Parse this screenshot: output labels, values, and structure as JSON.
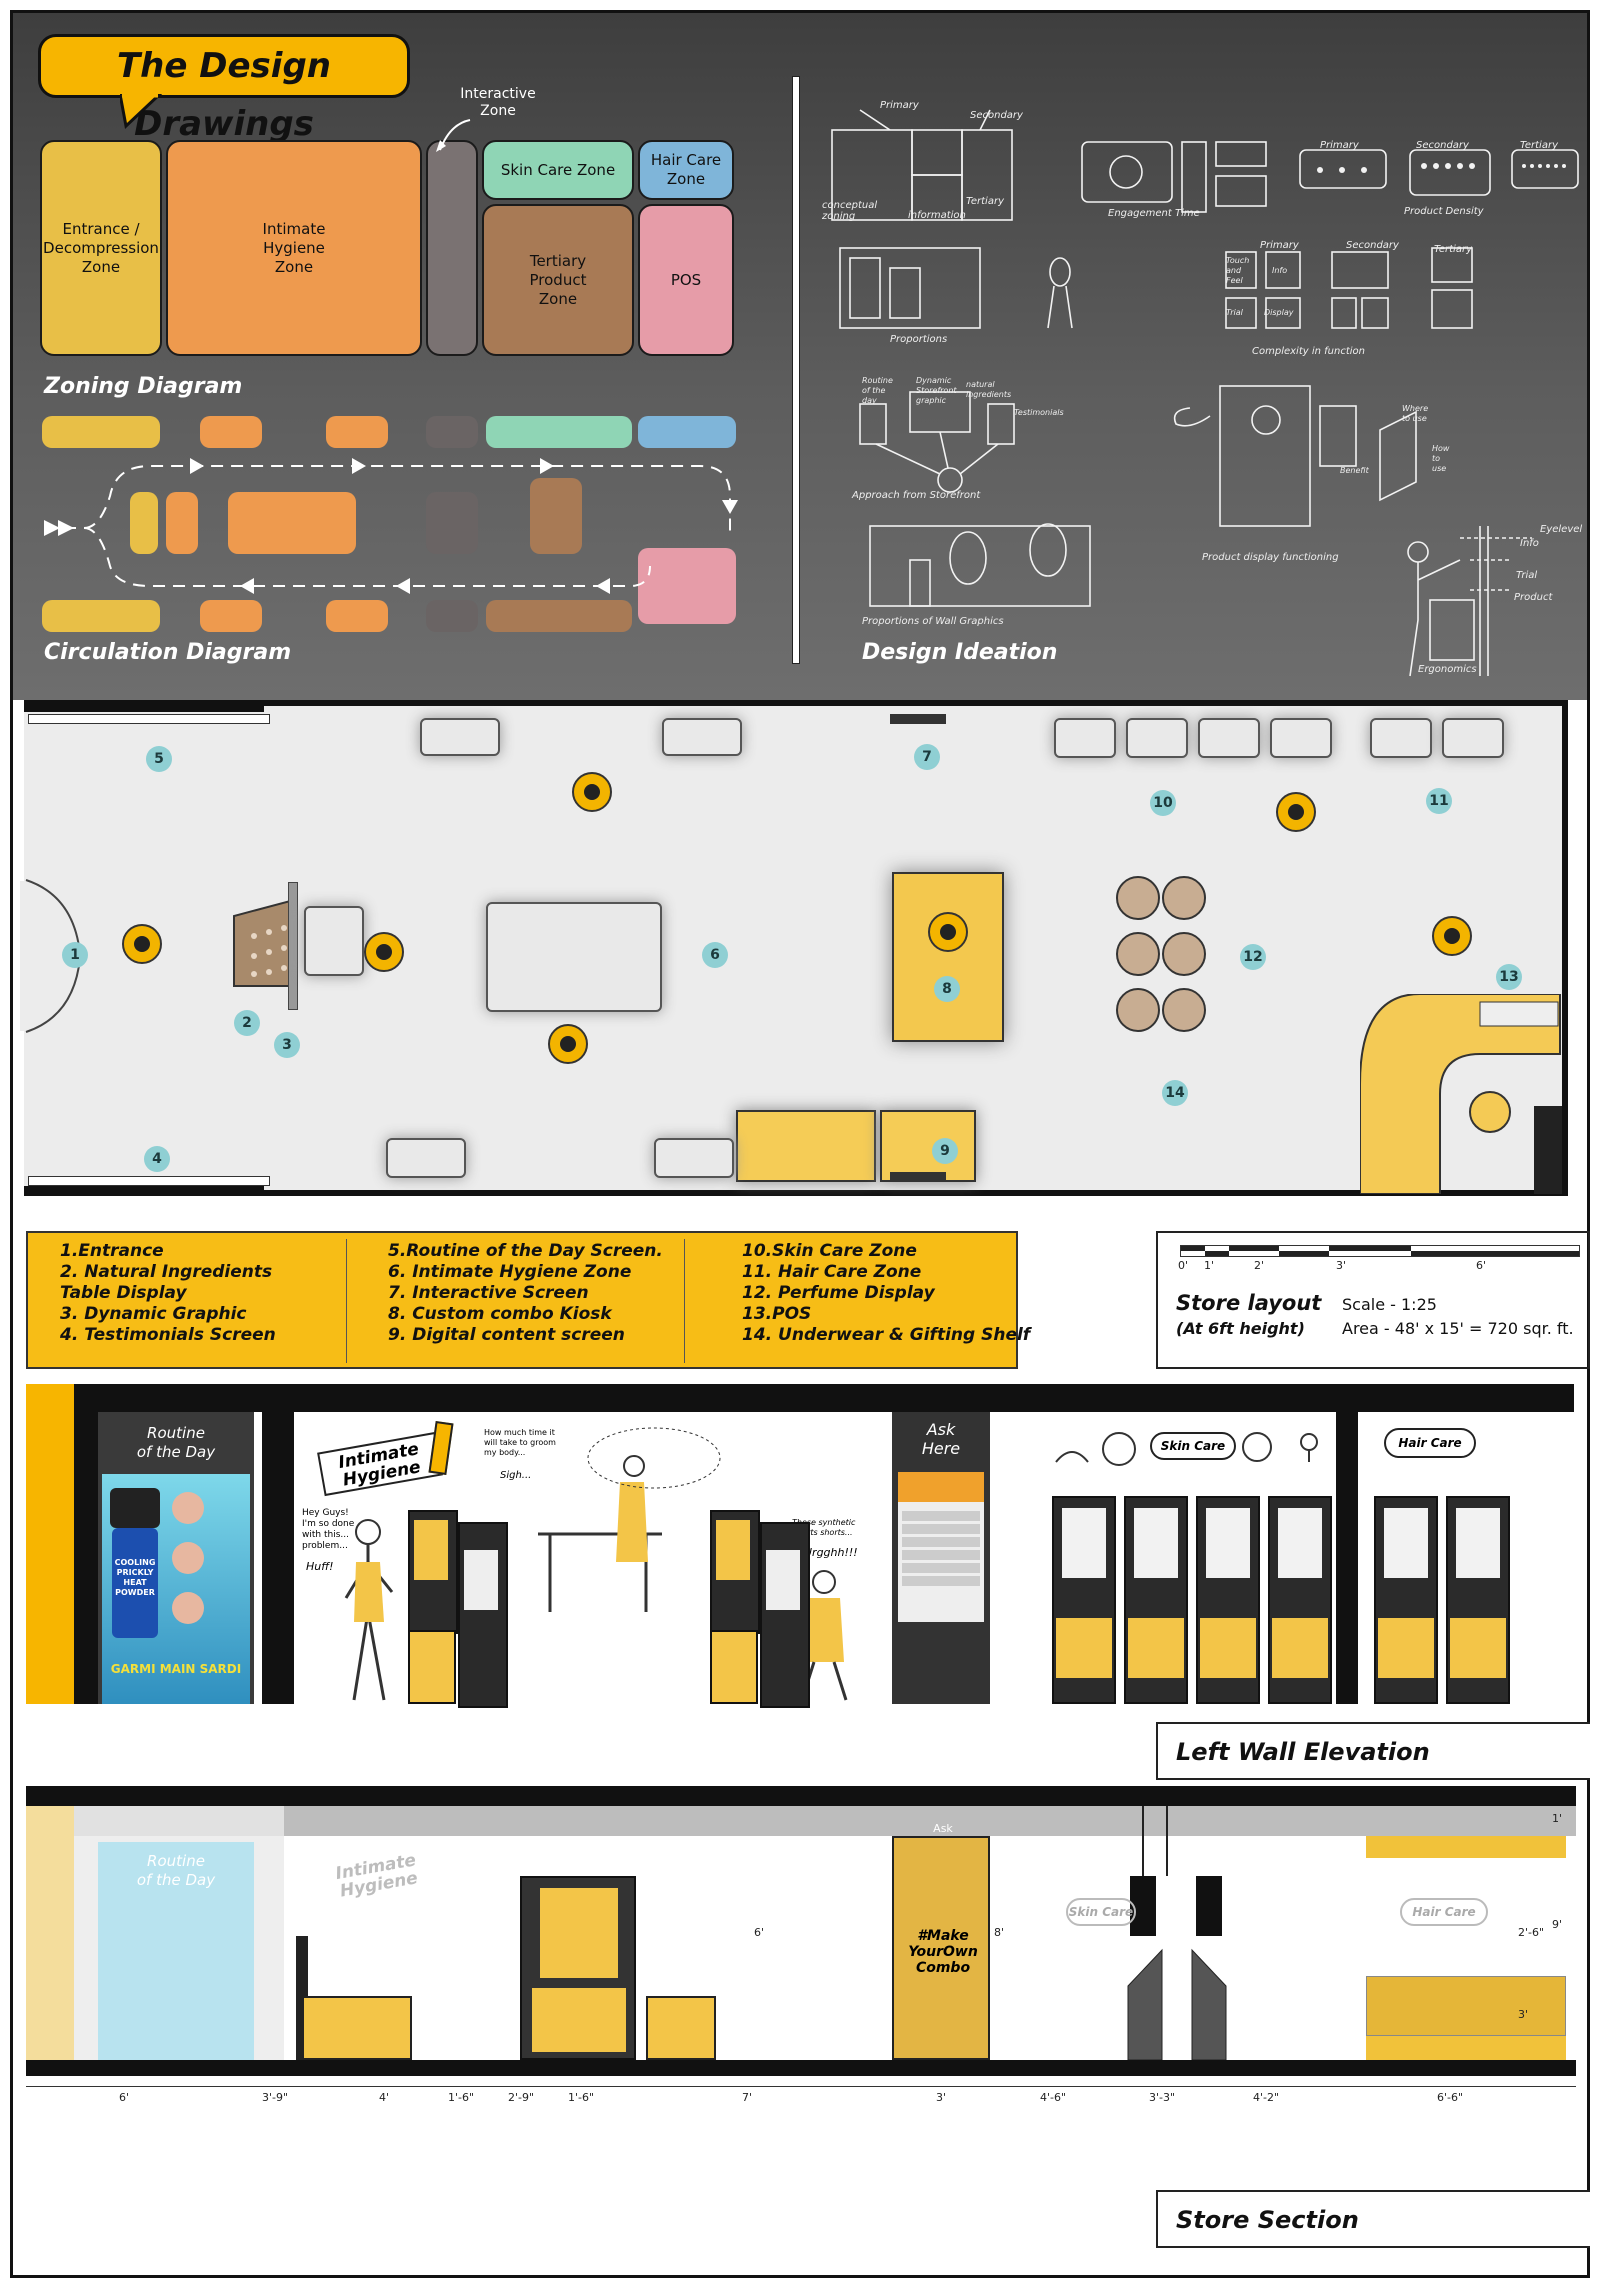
{
  "header": {
    "title": "The Design Drawings"
  },
  "zoning": {
    "title": "Zoning Diagram",
    "interactive_label": "Interactive\nZone",
    "zones": [
      {
        "key": "entrance",
        "label": "Entrance /\nDecompression\nZone",
        "color": "#e8bf47"
      },
      {
        "key": "intimate",
        "label": "Intimate\nHygiene\nZone",
        "color": "#ee9a4e"
      },
      {
        "key": "interactive",
        "label": "",
        "color": "#7a7272"
      },
      {
        "key": "skin",
        "label": "Skin Care Zone",
        "color": "#8fd5b5"
      },
      {
        "key": "hair",
        "label": "Hair Care\nZone",
        "color": "#7fb5d9"
      },
      {
        "key": "tertiary",
        "label": "Tertiary\nProduct\nZone",
        "color": "#a87a55"
      },
      {
        "key": "pos",
        "label": "POS",
        "color": "#e69ca8"
      }
    ]
  },
  "circulation": {
    "title": "Circulation Diagram"
  },
  "ideation": {
    "title": "Design Ideation",
    "labels": {
      "primary": "Primary",
      "secondary": "Secondary",
      "tertiary": "Tertiary",
      "conceptual": "conceptual\nzoning",
      "information": "information",
      "engagement": "Engagement Time",
      "product_density": "Product Density",
      "proportions": "Proportions",
      "complexity": "Complexity in function",
      "approach": "Approach from Storefront",
      "routine": "Routine\nof the\nday",
      "dynamic": "Dynamic\nStorefront\ngraphic",
      "natural": "natural\ningredients",
      "testimonials": "Testimonials",
      "product_display": "Product display functioning",
      "wall_graphics": "Proportions of Wall Graphics",
      "ergonomics": "Ergonomics",
      "eyelevel": "Eyelevel",
      "info": "Info",
      "trial": "Trial",
      "product": "Product",
      "touch": "Touch\nand\nFeel",
      "display": "Display",
      "where_use": "Where\nto use",
      "how_use": "How\nto\nuse",
      "benefit": "Benefit"
    }
  },
  "plan": {
    "markers": [
      "1",
      "2",
      "3",
      "4",
      "5",
      "6",
      "7",
      "8",
      "9",
      "10",
      "11",
      "12",
      "13",
      "14"
    ]
  },
  "legend": {
    "col1": [
      "1.Entrance",
      "2. Natural Ingredients",
      "Table Display",
      "3. Dynamic Graphic",
      "4. Testimonials Screen"
    ],
    "col2": [
      "5.Routine of the Day Screen.",
      "6. Intimate Hygiene Zone",
      "7. Interactive Screen",
      "8. Custom combo Kiosk",
      "9. Digital content screen"
    ],
    "col3": [
      "10.Skin Care Zone",
      "11. Hair Care Zone",
      "12. Perfume Display",
      "13.POS",
      "14. Underwear & Gifting Shelf"
    ]
  },
  "scale": {
    "bar_labels": [
      "0'",
      "1'",
      "2'",
      "3'",
      "6'"
    ],
    "title": "Store layout",
    "subtitle": "(At 6ft height)",
    "scale": "Scale - 1:25",
    "area": "Area - 48' x 15' = 720 sqr. ft."
  },
  "elevation": {
    "title": "Left Wall Elevation",
    "routine": "Routine\nof the Day",
    "graphic_text": "Intimate\nHygiene",
    "ask": "Ask\nHere",
    "skin_bubble": "Skin Care",
    "hair_bubble": "Hair Care",
    "speech1": "Hey Guys!\nI'm so done\nwith this...\nproblem...",
    "speech1b": "Huff!",
    "speech2": "How much time it\nwill take to groom\nmy body...",
    "speech2b": "Sigh...",
    "speech3": "These synthetic\nSports shorts...",
    "speech3b": "Urgghh!!!",
    "product_lines": [
      "COOLING",
      "PRICKLY",
      "HEAT",
      "POWDER"
    ],
    "product_brand": "GARMI MAIN SARDI"
  },
  "section": {
    "title": "Store Section",
    "combo_text": "#Make\nYourOwn\nCombo",
    "ask_top": "Ask",
    "dims": [
      "6'",
      "3'-9\"",
      "4'",
      "1'-6\"",
      "2'-9\"",
      "1'-6\"",
      "7'",
      "3'",
      "4'-6\"",
      "3'-3\"",
      "4'-2\"",
      "6'-6\""
    ],
    "heights": [
      "1'",
      "9'",
      "2'-6\"",
      "8'",
      "6'",
      "3'"
    ]
  }
}
